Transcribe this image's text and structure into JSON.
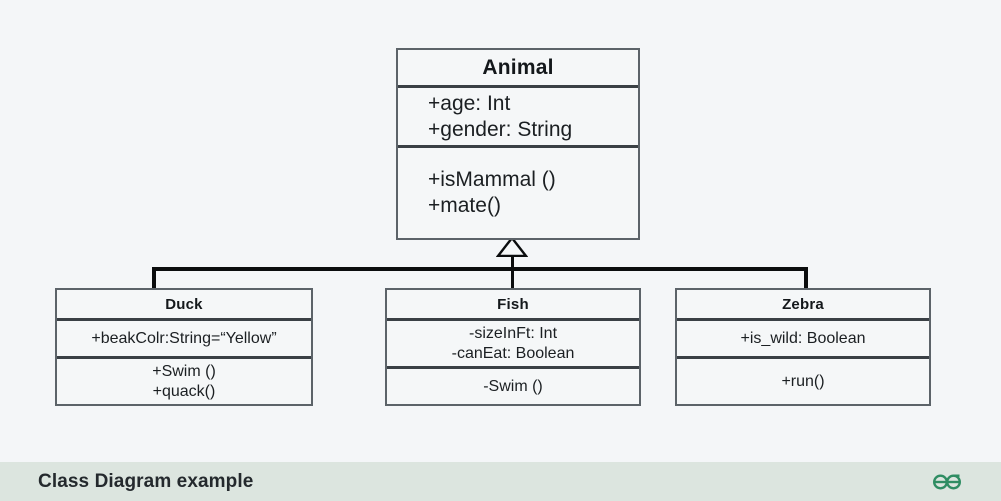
{
  "diagram": {
    "type": "uml-class-diagram",
    "background_color": "#f4f6f8",
    "relationship": "generalization",
    "classes": [
      {
        "id": "animal",
        "name": "Animal",
        "role": "superclass",
        "attributes": [
          "+age: Int",
          "+gender: String"
        ],
        "operations": [
          "+isMammal ()",
          "+mate()"
        ]
      },
      {
        "id": "duck",
        "name": "Duck",
        "role": "subclass",
        "attributes": [
          "+beakColr:String=“Yellow”"
        ],
        "operations": [
          "+Swim ()",
          "+quack()"
        ]
      },
      {
        "id": "fish",
        "name": "Fish",
        "role": "subclass",
        "attributes": [
          "-sizeInFt: Int",
          "-canEat: Boolean"
        ],
        "operations": [
          "-Swim ()"
        ]
      },
      {
        "id": "zebra",
        "name": "Zebra",
        "role": "subclass",
        "attributes": [
          "+is_wild: Boolean"
        ],
        "operations": [
          "+run()"
        ]
      }
    ],
    "edges": [
      {
        "from": "duck",
        "to": "animal",
        "kind": "generalization"
      },
      {
        "from": "fish",
        "to": "animal",
        "kind": "generalization"
      },
      {
        "from": "zebra",
        "to": "animal",
        "kind": "generalization"
      }
    ]
  },
  "footer": {
    "caption": "Class Diagram example",
    "background_color": "#dce5df",
    "logo": {
      "name": "geeksforgeeks-logo",
      "color": "#2f8d63"
    }
  }
}
